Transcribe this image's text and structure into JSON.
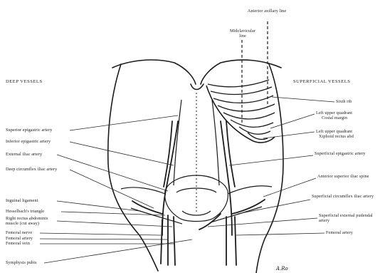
{
  "headings": {
    "deep": "DEEP VESSELS",
    "superficial": "SUPERFICIAL VESSELS"
  },
  "top_labels": {
    "anterior_axillary": "Anterior axillary line",
    "midclavicular": "Midclavicular line"
  },
  "left_labels": [
    "Superior epigastric artery",
    "Inferior epigastric artery",
    "External iliac artery",
    "Deep circumflex iliac artery",
    "Inguinal ligament",
    "Hesselbach's triangle",
    "Right rectus abdominis muscle (cut away)",
    "Femoral nerve",
    "Femoral artery",
    "Femoral vein",
    "Symphysis pubis"
  ],
  "right_labels": [
    "Sixth rib",
    "Left upper quadrant",
    "Costal margin",
    "Left upper quadrant",
    "Xiphoid rectus abd",
    "Superficial epigastric artery",
    "Anterior superior iliac spine",
    "Superficial circumflex iliac artery",
    "Superficial external pudendal artery",
    "Femoral artery"
  ],
  "signature": "A.Ro"
}
